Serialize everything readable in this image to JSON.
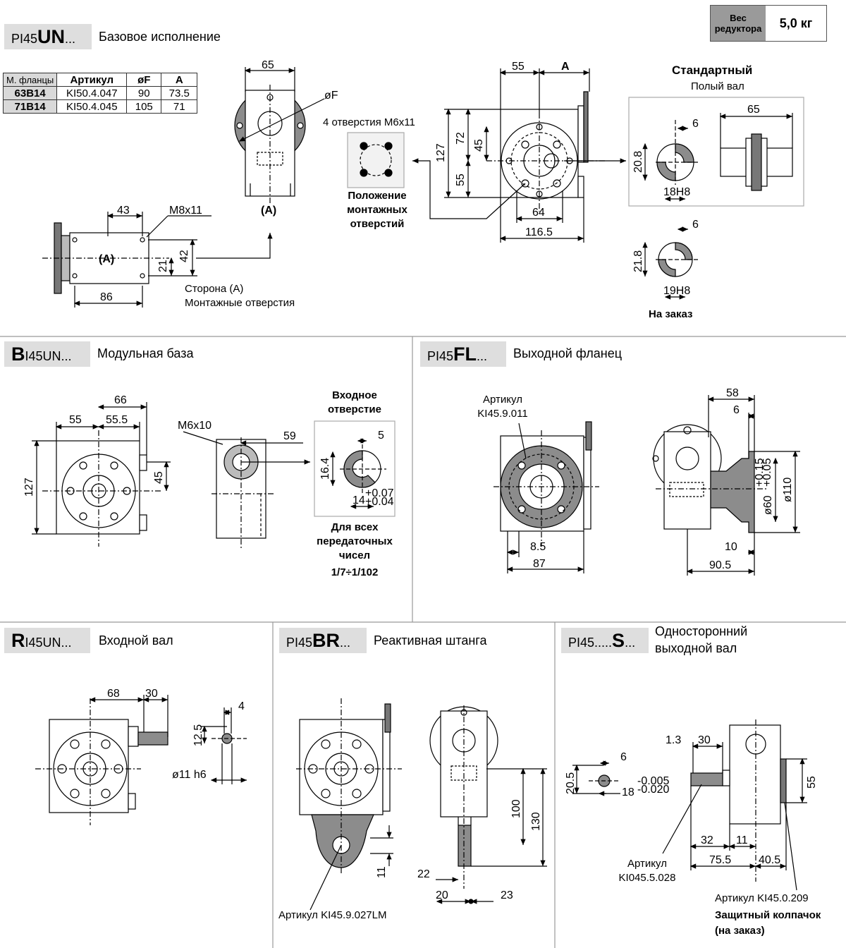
{
  "weight": {
    "label": "Вес редуктора",
    "value": "5,0 кг"
  },
  "un": {
    "tag_pre": "PI45",
    "tag_big": "UN",
    "tag_post": "...",
    "title": "Базовое исполнение",
    "table": {
      "headers": [
        "М. фланцы",
        "Артикул",
        "øF",
        "A"
      ],
      "rows": [
        [
          "63B14",
          "KI50.4.047",
          "90",
          "73.5"
        ],
        [
          "71B14",
          "KI50.4.045",
          "105",
          "71"
        ]
      ]
    },
    "dims": {
      "d65": "65",
      "dF": "øF",
      "dA_label": "(A)",
      "d43": "43",
      "m8": "M8x11",
      "d86": "86",
      "d42": "42",
      "d21": "21",
      "d55": "55",
      "dA": "A",
      "d127": "127",
      "d72": "72",
      "d45": "45",
      "d55b": "55",
      "d64": "64",
      "d1165": "116.5",
      "d6": "6",
      "d208": "20.8",
      "d18h8": "18H8",
      "d65s": "65",
      "d6b": "6",
      "d218": "21.8",
      "d19h8": "19H8"
    },
    "holes_label": "4 отверстия M6x11",
    "mount_pos": "Положение монтажных отверстий",
    "side_a": "Сторона (A)",
    "side_a2": "Монтажные отверстия",
    "standard": "Стандартный",
    "hollow": "Полый вал",
    "on_order": "На заказ"
  },
  "bi": {
    "tag_pre": "B",
    "tag_post": "I45UN...",
    "title": "Модульная база",
    "dims": {
      "d66": "66",
      "d55": "55",
      "d555": "55.5",
      "d127": "127",
      "d45": "45",
      "m6": "M6x10",
      "d59": "59",
      "d5": "5",
      "d164": "16.4",
      "d14": "14",
      "tol1": "+0.07",
      "tol2": "+0.04"
    },
    "input_hole": "Входное отверстие",
    "all_ratios": "Для всех передаточных чисел",
    "ratios": "1/7÷1/102"
  },
  "fl": {
    "tag_pre": "PI45",
    "tag_big": "FL",
    "tag_post": "...",
    "title": "Выходной фланец",
    "article_lbl": "Артикул",
    "article": "KI45.9.011",
    "dims": {
      "d58": "58",
      "d6": "6",
      "d60": "ø60",
      "tol1": "+0.15",
      "tol2": "+0.05",
      "d110": "ø110",
      "d85": "8.5",
      "d87": "87",
      "d10": "10",
      "d905": "90.5"
    }
  },
  "ri": {
    "tag_pre": "R",
    "tag_post": "I45UN...",
    "title": "Входной вал",
    "dims": {
      "d68": "68",
      "d30": "30",
      "d4": "4",
      "d125": "12.5",
      "d11": "ø11 h6"
    }
  },
  "br": {
    "tag_pre": "PI45",
    "tag_big": "BR",
    "tag_post": "...",
    "title": "Реактивная штанга",
    "dims": {
      "d100": "100",
      "d130": "130",
      "d11": "11",
      "d22": "22",
      "d20": "20",
      "d23": "23"
    },
    "article": "Артикул KI45.9.027LM"
  },
  "s": {
    "tag_pre": "PI45.....",
    "tag_big": "S",
    "tag_post": "...",
    "title1": "Односторонний",
    "title2": "выходной вал",
    "dims": {
      "d13": "1.3",
      "d30": "30",
      "d6": "6",
      "d205": "20.5",
      "d18": "18",
      "tol1": "-0.005",
      "tol2": "-0.020",
      "d55": "55",
      "d32": "32",
      "d11": "11",
      "d755": "75.5",
      "d405": "40.5"
    },
    "article_lbl": "Артикул",
    "article": "KI045.5.028",
    "cap_article": "Артикул KI45.0.209",
    "cap": "Защитный колпачок",
    "cap2": "(на заказ)"
  }
}
